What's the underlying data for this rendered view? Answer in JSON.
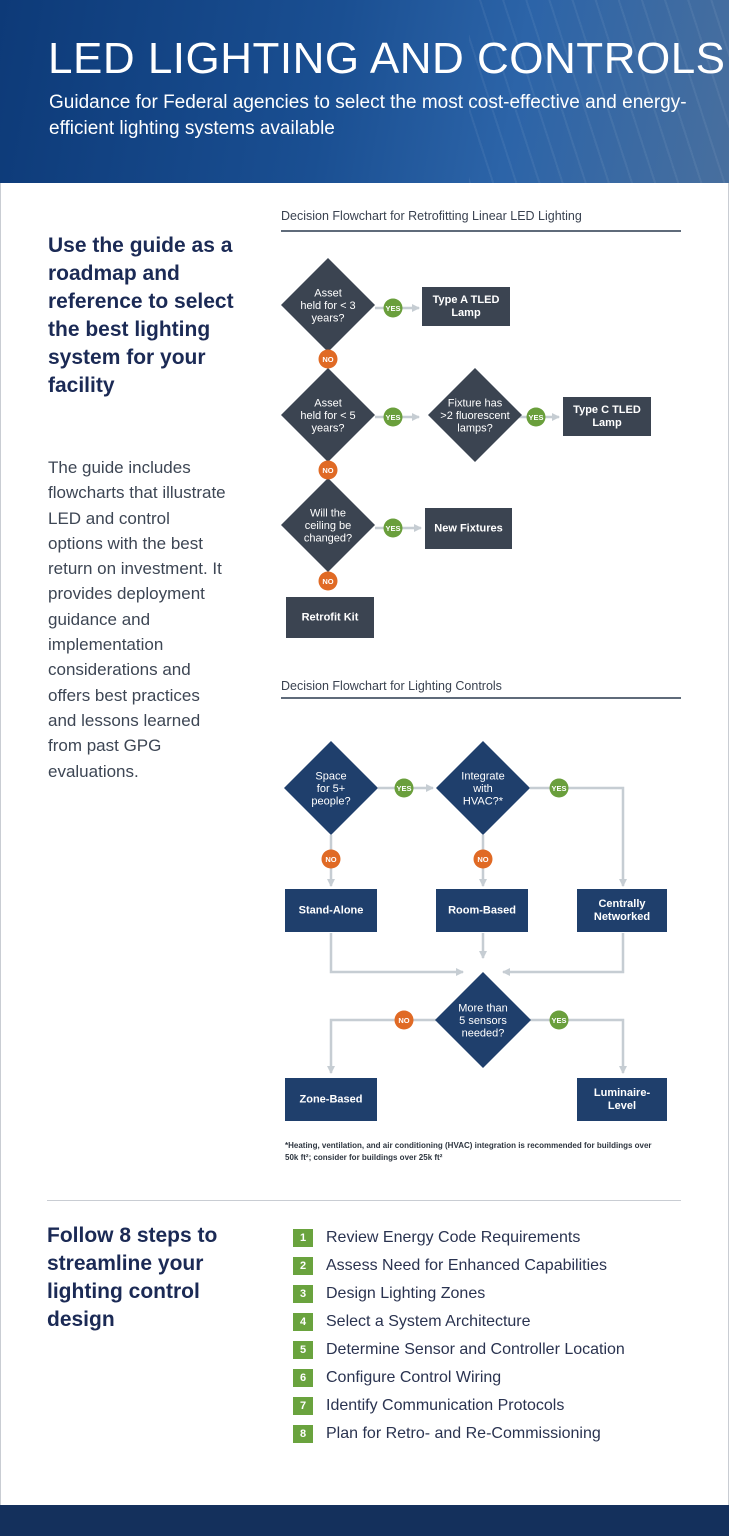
{
  "header": {
    "title": "LED LIGHTING AND CONTROLS",
    "subtitle": "Guidance for Federal agencies to select the most cost-effective and energy-efficient lighting systems available"
  },
  "intro": {
    "heading": "Use the guide as a roadmap and reference to select the best lighting system for your facility",
    "body": "The guide includes flowcharts that illustrate LED and control options with the best return on investment. It provides deployment guidance and implementation considerations and offers best practices and lessons learned from past GPG evaluations."
  },
  "retrofit_chart": {
    "title": "Decision Flowchart for Retrofitting Linear LED Lighting",
    "questions": [
      [
        "Asset",
        "held for < 3",
        "years?"
      ],
      [
        "Asset",
        "held for < 5",
        "years?"
      ],
      [
        "Fixture has",
        ">2 fluorescent",
        "lamps?"
      ],
      [
        "Will the",
        "ceiling be",
        "changed?"
      ]
    ],
    "outcomes": {
      "type_a": [
        "Type A TLED",
        "Lamp"
      ],
      "type_c": [
        "Type C TLED",
        "Lamp"
      ],
      "new_fixtures": [
        "New Fixtures"
      ],
      "retrofit_kit": [
        "Retrofit Kit"
      ]
    }
  },
  "controls_chart": {
    "title": "Decision Flowchart for Lighting Controls",
    "questions": [
      [
        "Space",
        "for 5+",
        "people?"
      ],
      [
        "Integrate",
        "with",
        "HVAC?*"
      ],
      [
        "More than",
        "5 sensors",
        "needed?"
      ]
    ],
    "outcomes": {
      "stand_alone": [
        "Stand-Alone"
      ],
      "room_based": [
        "Room-Based"
      ],
      "centrally_networked": [
        "Centrally",
        "Networked"
      ],
      "zone_based": [
        "Zone-Based"
      ],
      "luminaire_level": [
        "Luminaire-",
        "Level"
      ]
    },
    "footnote": "*Heating, ventilation, and air conditioning (HVAC) integration is recommended for buildings over 50k ft²; consider for buildings over 25k ft²"
  },
  "labels": {
    "yes": "YES",
    "no": "NO"
  },
  "steps": {
    "heading": "Follow 8 steps to streamline your lighting control design",
    "items": [
      {
        "num": "1",
        "label": "Review Energy Code Requirements"
      },
      {
        "num": "2",
        "label": "Assess Need for Enhanced Capabilities"
      },
      {
        "num": "3",
        "label": "Design Lighting Zones"
      },
      {
        "num": "4",
        "label": "Select a System Architecture"
      },
      {
        "num": "5",
        "label": "Determine Sensor and Controller Location"
      },
      {
        "num": "6",
        "label": "Configure Control Wiring"
      },
      {
        "num": "7",
        "label": "Identify Communication Protocols"
      },
      {
        "num": "8",
        "label": "Plan for Retro- and Re-Commissioning"
      }
    ]
  },
  "colors": {
    "retrofit_shape": "#3b4451",
    "controls_shape": "#1f3f6c",
    "yes_badge": "#6a9f3c",
    "no_badge": "#e06a25",
    "arrow": "#c6cdd3",
    "step_badge": "#6aa33e"
  }
}
